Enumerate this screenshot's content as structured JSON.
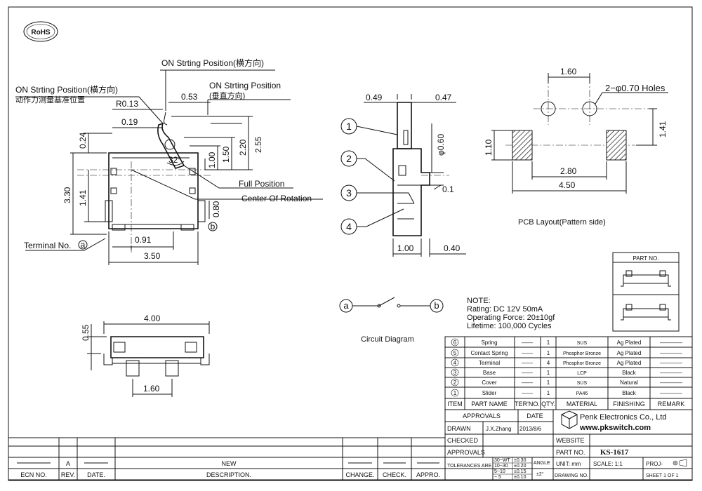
{
  "badge": {
    "rohs": "RoHS"
  },
  "side_view": {
    "on_start_top": "ON Strting Position(横方向)",
    "on_start_left_en": "ON Strting Position(横方向)",
    "on_start_left_cn": "动作力测量基准位置",
    "on_start_right_en": "ON Strting Position",
    "on_start_right_cn": "(垂直方向)",
    "full_position": "Full Position",
    "center_rotation": "Center Of Rotation",
    "terminal_no": "Terminal No.",
    "terminal_a": "a",
    "terminal_b": "b",
    "d_r013": "R0.13",
    "d_053": "0.53",
    "d_019": "0.19",
    "d_024": "0.24",
    "d_32": "32°",
    "d_100": "1.00",
    "d_150": "1.50",
    "d_220": "2.20",
    "d_255": "2.55",
    "d_330": "3.30",
    "d_141": "1.41",
    "d_080": "0.80",
    "d_091": "0.91",
    "d_350": "3.50"
  },
  "section_view": {
    "callouts": [
      "1",
      "2",
      "3",
      "4"
    ],
    "d_049": "0.49",
    "d_047": "0.47",
    "d_phi060": "φ0.60",
    "d_01": "0.1",
    "d_100": "1.00",
    "d_040": "0.40"
  },
  "pcb": {
    "d_160": "1.60",
    "holes": "2−φ0.70 Holes",
    "d_141": "1.41",
    "d_110": "1.10",
    "d_280": "2.80",
    "d_450": "4.50",
    "title": "PCB Layout(Pattern side)"
  },
  "bottom_view": {
    "d_400": "4.00",
    "d_055": "0.55",
    "d_160": "1.60"
  },
  "circuit": {
    "a": "a",
    "b": "b",
    "title": "Circuit Diagram"
  },
  "note": {
    "title": "NOTE:",
    "lines": [
      "Rating: DC 12V 50mA",
      "Operating Force: 20±10gf",
      "Lifetime:  100,000 Cycles"
    ]
  },
  "part_no_box": {
    "title": "PART NO."
  },
  "bom": {
    "rows": [
      {
        "no": "6",
        "name": "Spring",
        "ter": "——",
        "qty": "1",
        "material": "SUS",
        "finishing": "Ag Plated",
        "remark": "————"
      },
      {
        "no": "5",
        "name": "Contact Spring",
        "ter": "——",
        "qty": "1",
        "material": "Phosphor Bronze",
        "finishing": "Ag Plated",
        "remark": "————"
      },
      {
        "no": "4",
        "name": "Terminal",
        "ter": "——",
        "qty": "4",
        "material": "Phosphor Bronze",
        "finishing": "Ag Plated",
        "remark": "————"
      },
      {
        "no": "3",
        "name": "Base",
        "ter": "——",
        "qty": "1",
        "material": "LCP",
        "finishing": "Black",
        "remark": "————"
      },
      {
        "no": "2",
        "name": "Cover",
        "ter": "——",
        "qty": "1",
        "material": "SUS",
        "finishing": "Natural",
        "remark": "————"
      },
      {
        "no": "1",
        "name": "Slider",
        "ter": "——",
        "qty": "1",
        "material": "PA46",
        "finishing": "Black",
        "remark": "————"
      }
    ],
    "headers": [
      "ITEM",
      "PART NAME",
      "TER'NO.",
      "QTY.",
      "MATERIAL",
      "FINISHING",
      "REMARK"
    ]
  },
  "title_block": {
    "approvals": "APPROVALS",
    "date": "DATE",
    "drawn": "DRAWN",
    "drawn_by": "J.X.Zhang",
    "drawn_date": "2013/8/6",
    "checked": "CHECKED",
    "approvals2": "APPROVALS",
    "company": "Penk Electronics Co., Ltd",
    "website_url": "www.pkswitch.com",
    "website": "WEBSITE",
    "part_no": "PART NO.",
    "part_no_value": "KS-1617",
    "tolerances": "TOLERANCES ARE",
    "tol_rows": [
      [
        "30~WT",
        "±0.30"
      ],
      [
        "10~30",
        "±0.20"
      ],
      [
        "5~10",
        "±0.15"
      ],
      [
        "~ 5",
        "±0.10"
      ]
    ],
    "angle": "ANGLE",
    "angle_value": "±2°",
    "unit": "UNIT: mm",
    "scale": "SCALE:  1:1",
    "proj": "PROJ-",
    "drawing_no": "DRAWING NO.",
    "sheet": "SHEET  1 OF 1"
  },
  "revision": {
    "rev_value": "A",
    "desc_value": "NEW",
    "headers": [
      "ECN NO.",
      "REV.",
      "DATE.",
      "DESCRIPTION.",
      "CHANGE.",
      "CHECK.",
      "APPRO."
    ]
  }
}
